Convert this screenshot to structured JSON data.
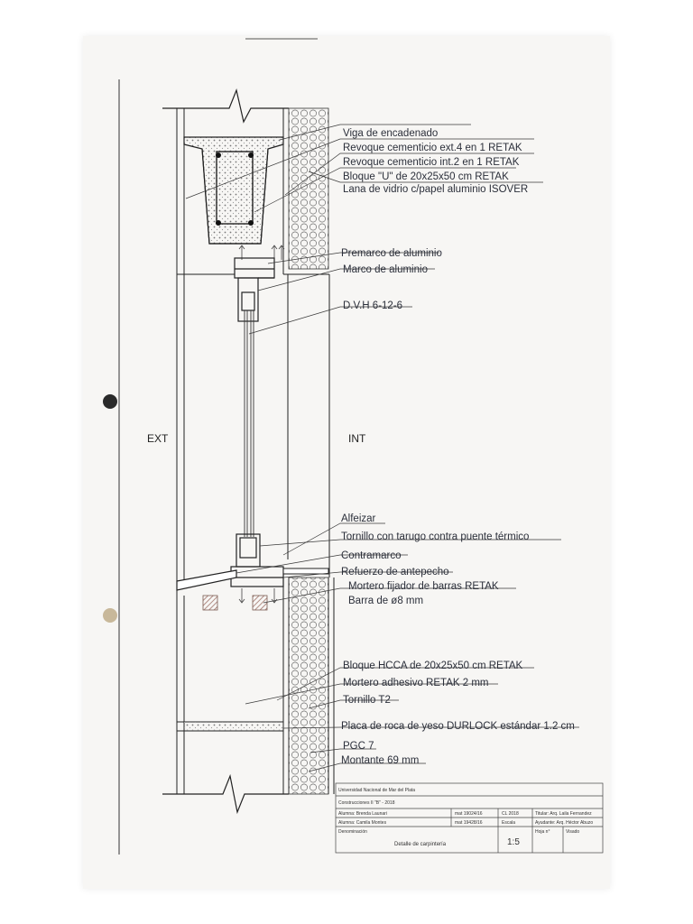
{
  "sides": {
    "exterior": "EXT",
    "interior": "INT"
  },
  "labels": {
    "viga": "Viga de encadenado",
    "revoque_ext": "Revoque cementicio ext.4 en 1 RETAK",
    "revoque_int": "Revoque cementicio int.2 en 1 RETAK",
    "bloque_u": "Bloque \"U\" de 20x25x50 cm RETAK",
    "lana": "Lana de vidrio c/papel aluminio ISOVER",
    "premarco": "Premarco de aluminio",
    "marco": "Marco de aluminio",
    "dvh": "D.V.H 6-12-6",
    "alfeizar": "Alfeizar",
    "tornillo_tarugo": "Tornillo con tarugo contra puente térmico",
    "contramarco": "Contramarco",
    "refuerzo": "Refuerzo de antepecho",
    "mortero_fijador": "Mortero fijador de barras RETAK",
    "barra": "Barra de ø8 mm",
    "bloque_hcca": "Bloque HCCA de 20x25x50 cm RETAK",
    "mortero_adhesivo": "Mortero adhesivo RETAK 2 mm",
    "tornillo_t2": "Tornillo T2",
    "placa": "Placa de roca de yeso DURLOCK estándar 1.2 cm",
    "pgc": "PGC 7",
    "montante": "Montante 69 mm"
  },
  "title_block": {
    "university": "Universidad Nacional de Mar del Plata",
    "course": "Construcciones II \"B\" - 2018",
    "student1": "Alumna: Brenda Launari",
    "student1_mat": "mat 19024/16",
    "code": "CL 2018",
    "titular": "Titular: Arq. Laila Fernandez",
    "student2": "Alumna: Camila Montes",
    "student2_mat": "mat 19428/16",
    "escala_label": "Escala",
    "ayudante": "Ayudante: Arq. Héctor Abuzo",
    "denominacion_label": "Denominación",
    "denominacion": "Detalle de carpintería",
    "scale": "1:5",
    "hoja_label": "Hoja n°",
    "visado_label": "Visado"
  },
  "colors": {
    "line": "#2b2b2b",
    "text": "#2b2f3a",
    "paper": "#f7f6f4",
    "hatch": "#b08a80"
  }
}
